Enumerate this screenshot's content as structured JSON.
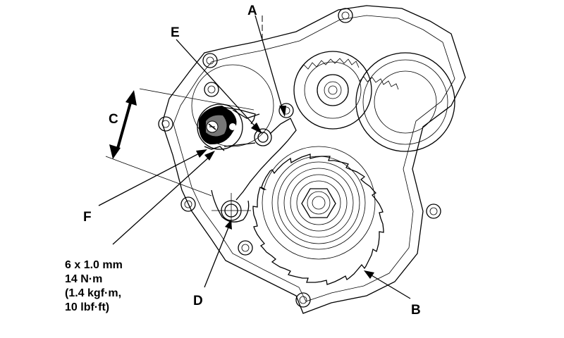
{
  "callouts": {
    "a": "A",
    "b": "B",
    "c": "C",
    "d": "D",
    "e": "E",
    "f": "F"
  },
  "bolt_spec": {
    "line1": "6 x 1.0 mm",
    "line2": "14 N·m",
    "line3": "(1.4 kgf·m,",
    "line4": "10 lbf·ft)"
  }
}
